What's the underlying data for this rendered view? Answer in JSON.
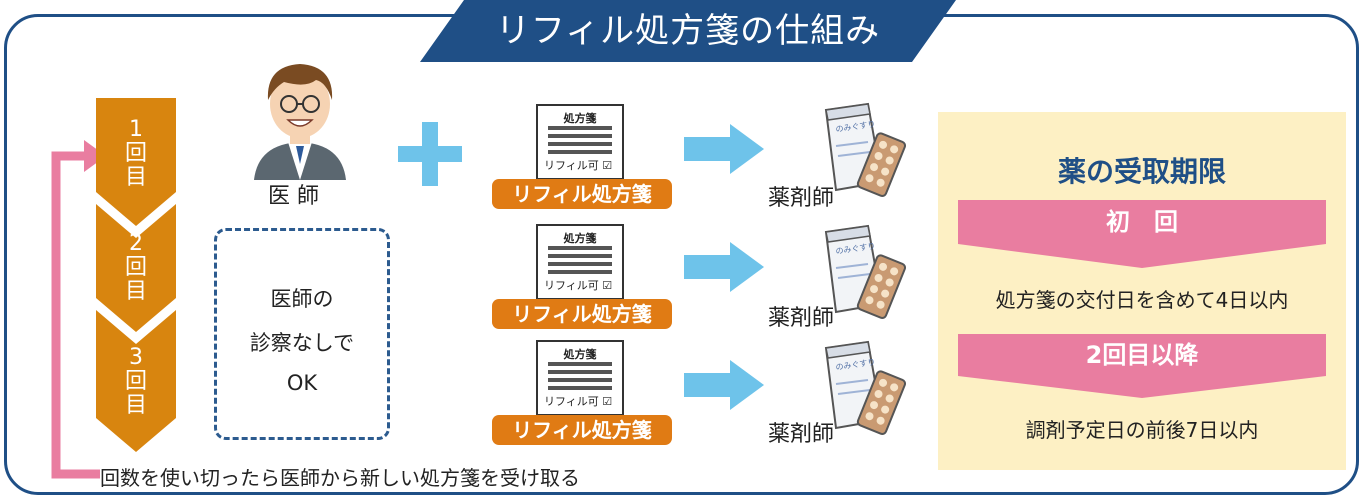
{
  "title": "リフィル処方箋の仕組み",
  "rounds": [
    {
      "num": "1",
      "c1": "回",
      "c2": "目"
    },
    {
      "num": "2",
      "c1": "回",
      "c2": "目"
    },
    {
      "num": "3",
      "c1": "回",
      "c2": "目"
    }
  ],
  "doctor": {
    "label": "医 師"
  },
  "no_exam": {
    "line1": "医師の",
    "line2": "診察なしで",
    "line3": "OK"
  },
  "prescription": {
    "header": "処方箋",
    "refill_check": "リフィル可 ☑",
    "tag": "リフィル処方箋"
  },
  "pharmacist": {
    "label": "薬剤師",
    "packet_text": "のみぐすり"
  },
  "deadline": {
    "title": "薬の受取期限",
    "first_label": "初　回",
    "first_text": "処方箋の交付日を含めて4日以内",
    "later_label": "2回目以降",
    "later_text": "調剤予定日の前後7日以内"
  },
  "loop_text": "回数を使い切ったら医師から新しい処方箋を受け取る",
  "colors": {
    "navy": "#1f4f86",
    "orange": "#d8850f",
    "pink": "#e97da0",
    "light_blue": "#6ec3ea",
    "cream": "#fdf0c4"
  }
}
